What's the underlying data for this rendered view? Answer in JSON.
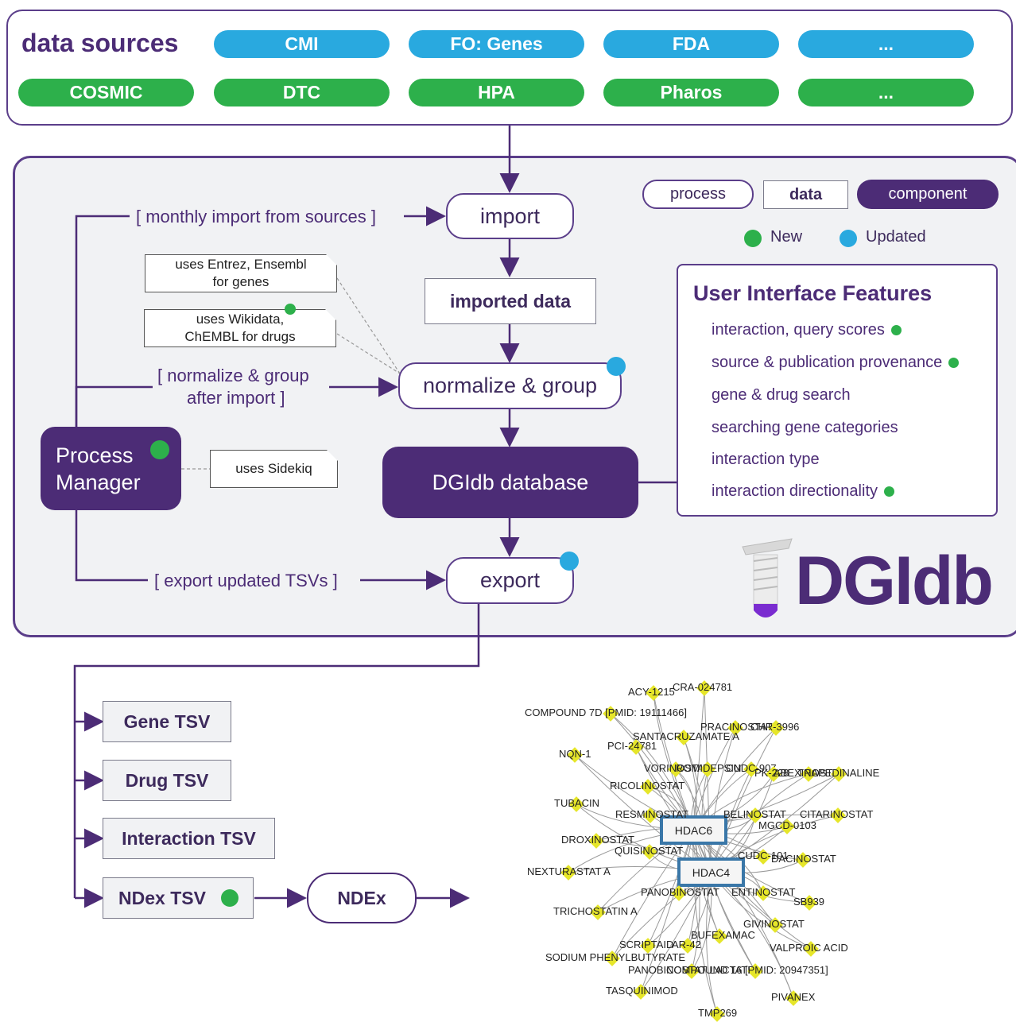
{
  "data_sources": {
    "title": "data sources",
    "updated": [
      "CMI",
      "FO: Genes",
      "FDA",
      "..."
    ],
    "new": [
      "COSMIC",
      "DTC",
      "HPA",
      "Pharos",
      "..."
    ]
  },
  "legend": {
    "process": "process",
    "data": "data",
    "component": "component",
    "new": "New",
    "updated": "Updated"
  },
  "flow": {
    "import": "import",
    "imported_data": "imported data",
    "normalize": "normalize & group",
    "database": "DGIdb database",
    "export": "export",
    "process_manager_1": "Process",
    "process_manager_2": "Manager",
    "edge_monthly": "[ monthly import from sources ]",
    "edge_normalize_1": "[ normalize & group",
    "edge_normalize_2": "after import ]",
    "edge_export": "[ export updated TSVs ]"
  },
  "notes": {
    "genes_1": "uses Entrez, Ensembl",
    "genes_2": "for genes",
    "drugs_1": "uses Wikidata,",
    "drugs_2": "ChEMBL for drugs",
    "sidekiq": "uses Sidekiq"
  },
  "ui_features": {
    "title": "User Interface Features",
    "items": [
      {
        "label": "interaction, query scores",
        "status": "new"
      },
      {
        "label": "source & publication provenance",
        "status": "new"
      },
      {
        "label": "gene & drug search",
        "status": ""
      },
      {
        "label": "searching gene categories",
        "status": ""
      },
      {
        "label": "interaction type",
        "status": ""
      },
      {
        "label": "interaction directionality",
        "status": "new"
      }
    ]
  },
  "logo": {
    "text": "DGIdb"
  },
  "outputs": {
    "gene_tsv": "Gene TSV",
    "drug_tsv": "Drug TSV",
    "interaction_tsv": "Interaction TSV",
    "ndex_tsv": "NDex TSV",
    "ndex": "NDEx"
  },
  "network": {
    "hubs": [
      "HDAC6",
      "HDAC4"
    ],
    "drugs": [
      "ACY-1215",
      "CRA-024781",
      "COMPOUND 7D [PMID: 19111466]",
      "PRACINOSTAT",
      "CHR-3996",
      "SANTACRUZAMATE A",
      "PCI-24781",
      "NQN-1",
      "VORINOSTAT",
      "ROMIDEPSIN",
      "CUDC-907",
      "PK-228",
      "ABEXINOSTAT",
      "TRAPEDINALINE",
      "RICOLINOSTAT",
      "TUBACIN",
      "RESMINOSTAT",
      "BELINOSTAT",
      "CITARINOSTAT",
      "MGCD-0103",
      "DROXINOSTAT",
      "QUISINOSTAT",
      "CUDC-101",
      "DACINOSTAT",
      "NEXTURASTAT A",
      "PANOBINOSTAT",
      "ENTINOSTAT",
      "SB939",
      "TRICHOSTATIN A",
      "GIVINOSTAT",
      "BUFEXAMAC",
      "SCRIPTAID",
      "AR-42",
      "VALPROIC ACID",
      "SODIUM PHENYLBUTYRATE",
      "PANOBINOSTAT LACTATE",
      "COMPOUND 16 [PMID: 20947351]",
      "TASQUINIMOD",
      "PIVANEX",
      "TMP269"
    ]
  }
}
